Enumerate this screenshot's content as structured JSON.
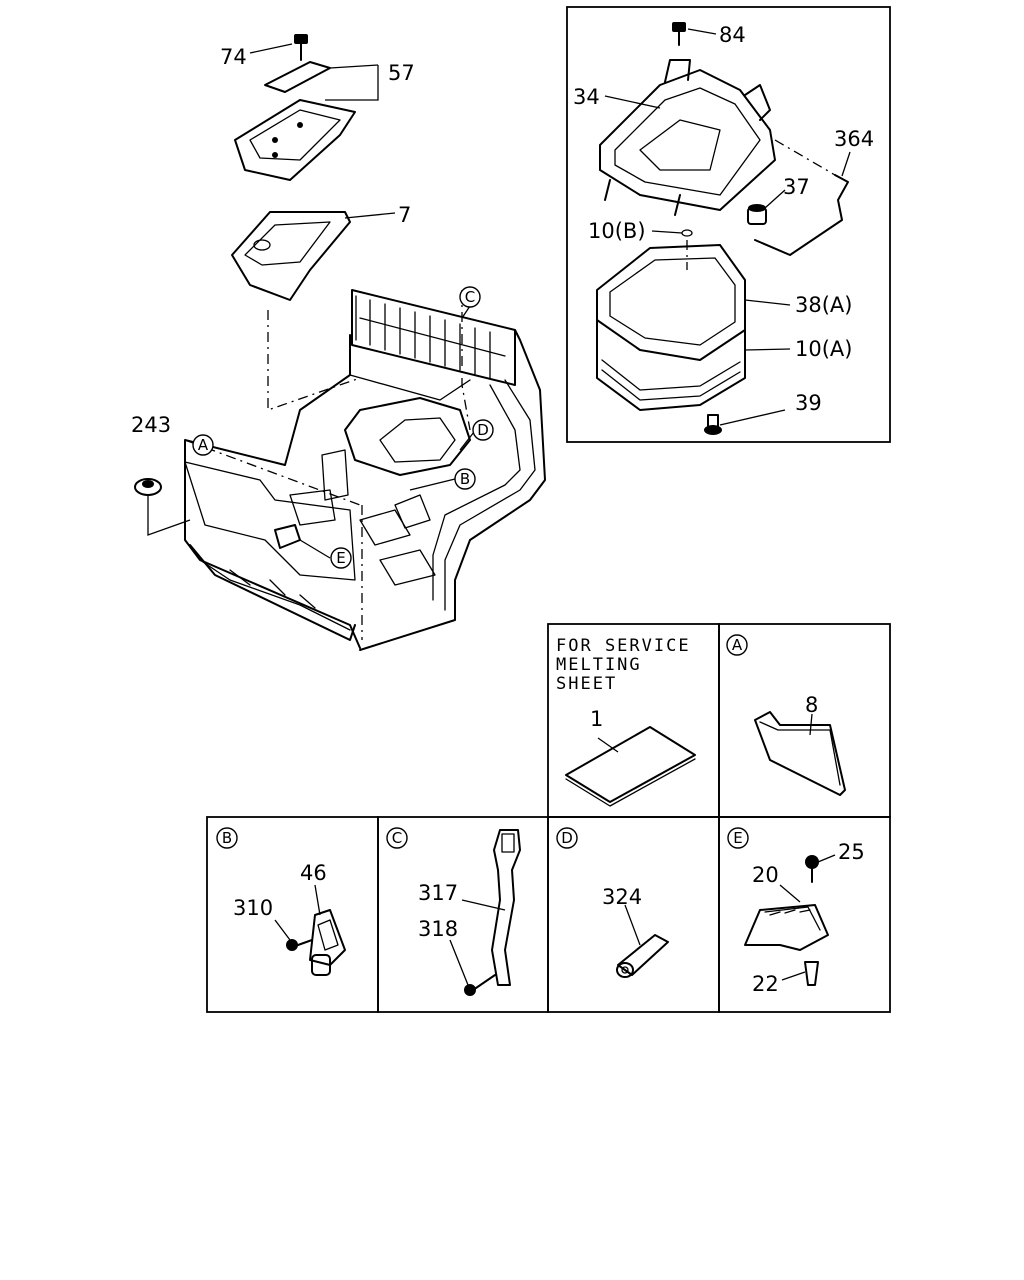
{
  "callouts": {
    "c74": "74",
    "c57": "57",
    "c7": "7",
    "c243": "243",
    "c84": "84",
    "c34": "34",
    "c364": "364",
    "c37": "37",
    "c10b": "10(B)",
    "c38a": "38(A)",
    "c10a": "10(A)",
    "c39": "39",
    "c1": "1",
    "c8": "8",
    "c46": "46",
    "c310": "310",
    "c317": "317",
    "c318": "318",
    "c324": "324",
    "c25": "25",
    "c20": "20",
    "c22": "22"
  },
  "refs": {
    "A": "A",
    "B": "B",
    "C": "C",
    "D": "D",
    "E": "E"
  },
  "service_note": [
    "FOR SERVICE",
    "MELTING",
    "SHEET"
  ]
}
